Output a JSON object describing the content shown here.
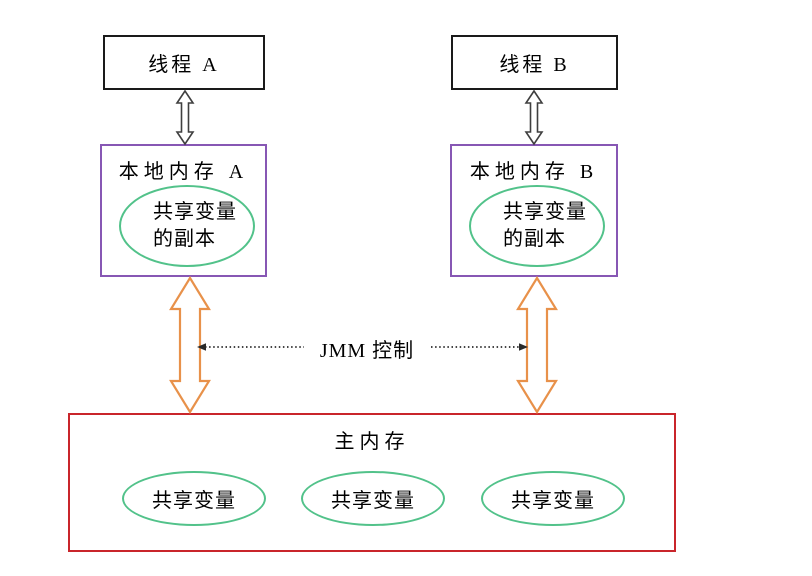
{
  "thread_a": {
    "label": "线程 A"
  },
  "thread_b": {
    "label": "线程 B"
  },
  "local_memory_a": {
    "title": "本地内存 A",
    "copy_line1": "共享变量",
    "copy_line2": "的副本"
  },
  "local_memory_b": {
    "title": "本地内存 B",
    "copy_line1": "共享变量",
    "copy_line2": "的副本"
  },
  "jmm_control_label": "JMM 控制",
  "main_memory": {
    "title": "主内存",
    "shared_variables": [
      "共享变量",
      "共享变量",
      "共享变量"
    ]
  },
  "colors": {
    "thread_box_border": "#1a1a1a",
    "local_memory_border": "#8757B4",
    "main_memory_border": "#C9252B",
    "ellipse_border": "#52C28A",
    "vertical_arrow_small": "#3f3f3f",
    "vertical_arrow_large": "#E8914A",
    "dotted_arrow": "#2a2a2a",
    "text": "#000000",
    "background": "#ffffff"
  }
}
